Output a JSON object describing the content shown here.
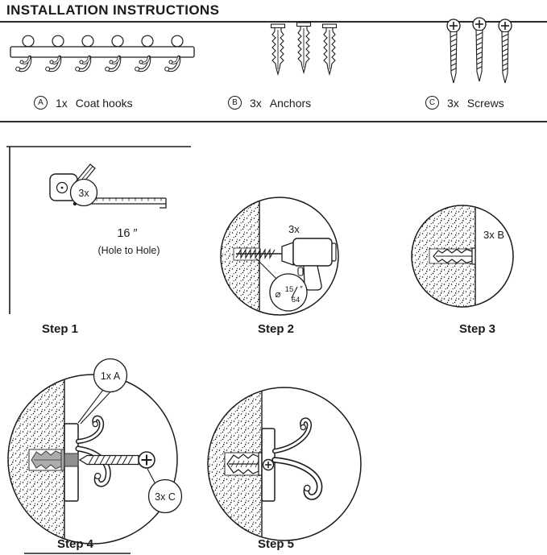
{
  "title": "INSTALLATION INSTRUCTIONS",
  "parts": {
    "a": {
      "badge": "A",
      "qty": "1x",
      "label": "Coat hooks"
    },
    "b": {
      "badge": "B",
      "qty": "3x",
      "label": "Anchors"
    },
    "c": {
      "badge": "C",
      "qty": "3x",
      "label": "Screws"
    }
  },
  "steps": {
    "s1": {
      "label": "Step 1",
      "count": "3x",
      "distance": "16 ″",
      "note": "(Hole to Hole)"
    },
    "s2": {
      "label": "Step 2",
      "count": "3x",
      "drill_symbol": "⌀",
      "drill_numerator": "15",
      "drill_denominator": "64",
      "drill_unit": "″"
    },
    "s3": {
      "label": "Step 3",
      "count": "3x B"
    },
    "s4": {
      "label": "Step 4",
      "callout_rack": "1x A",
      "callout_screws": "3x C"
    },
    "s5": {
      "label": "Step 5"
    }
  },
  "colors": {
    "ink": "#1b1b1b",
    "anchor_gray": "#adadad",
    "slot_gray": "#8f8f8f"
  }
}
